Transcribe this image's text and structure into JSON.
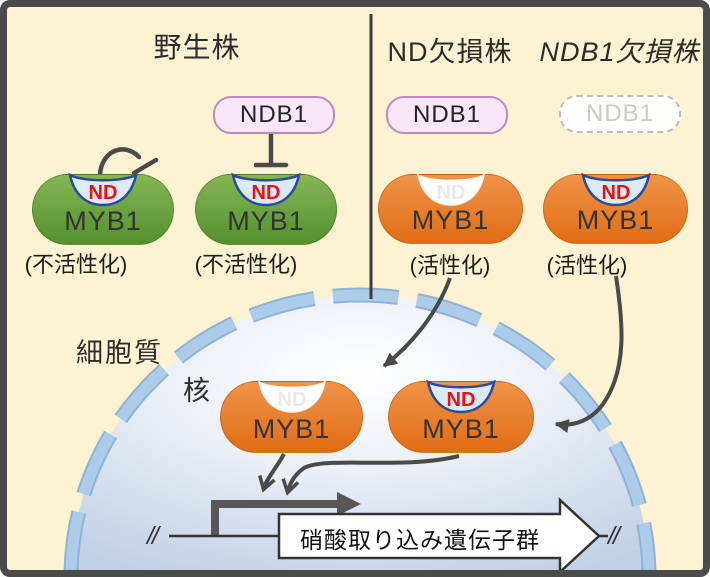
{
  "sections": {
    "wild_type": {
      "title": "野生株",
      "ndb1_label": "NDB1",
      "myb1_label": "MYB1",
      "nd_label": "ND",
      "state_label": "(不活性化)"
    },
    "nd_deficient": {
      "title": "ND欠損株",
      "ndb1_label": "NDB1",
      "myb1_label": "MYB1",
      "nd_label": "ND",
      "state_label": "(活性化)"
    },
    "ndb1_deficient": {
      "title": "NDB1欠損株",
      "ndb1_label": "NDB1",
      "myb1_label": "MYB1",
      "nd_label": "ND",
      "state_label": "(活性化)"
    }
  },
  "cell": {
    "cytoplasm_label": "細胞質",
    "nucleus_label": "核",
    "myb1_label": "MYB1",
    "nd_label": "ND",
    "gene_group_label": "硝酸取り込み遺伝子群",
    "dna_break_mark": "//"
  },
  "colors": {
    "background": "#fdf2d1",
    "frame": "#4b4b4b",
    "myb1_inactive_green": "#63a135",
    "myb1_active_orange": "#e8761f",
    "ndb1_fill": "#f8e7f9",
    "ndb1_border": "#bf87cb",
    "nd_pocket_fill": "#dde9f6",
    "nd_pocket_border": "#2a4b9b",
    "nd_text_red": "#e41414",
    "nucleus_fill": "#ccd8ea",
    "nuclear_envelope": "#a8c8e8",
    "arrow": "#4a4a4a"
  }
}
